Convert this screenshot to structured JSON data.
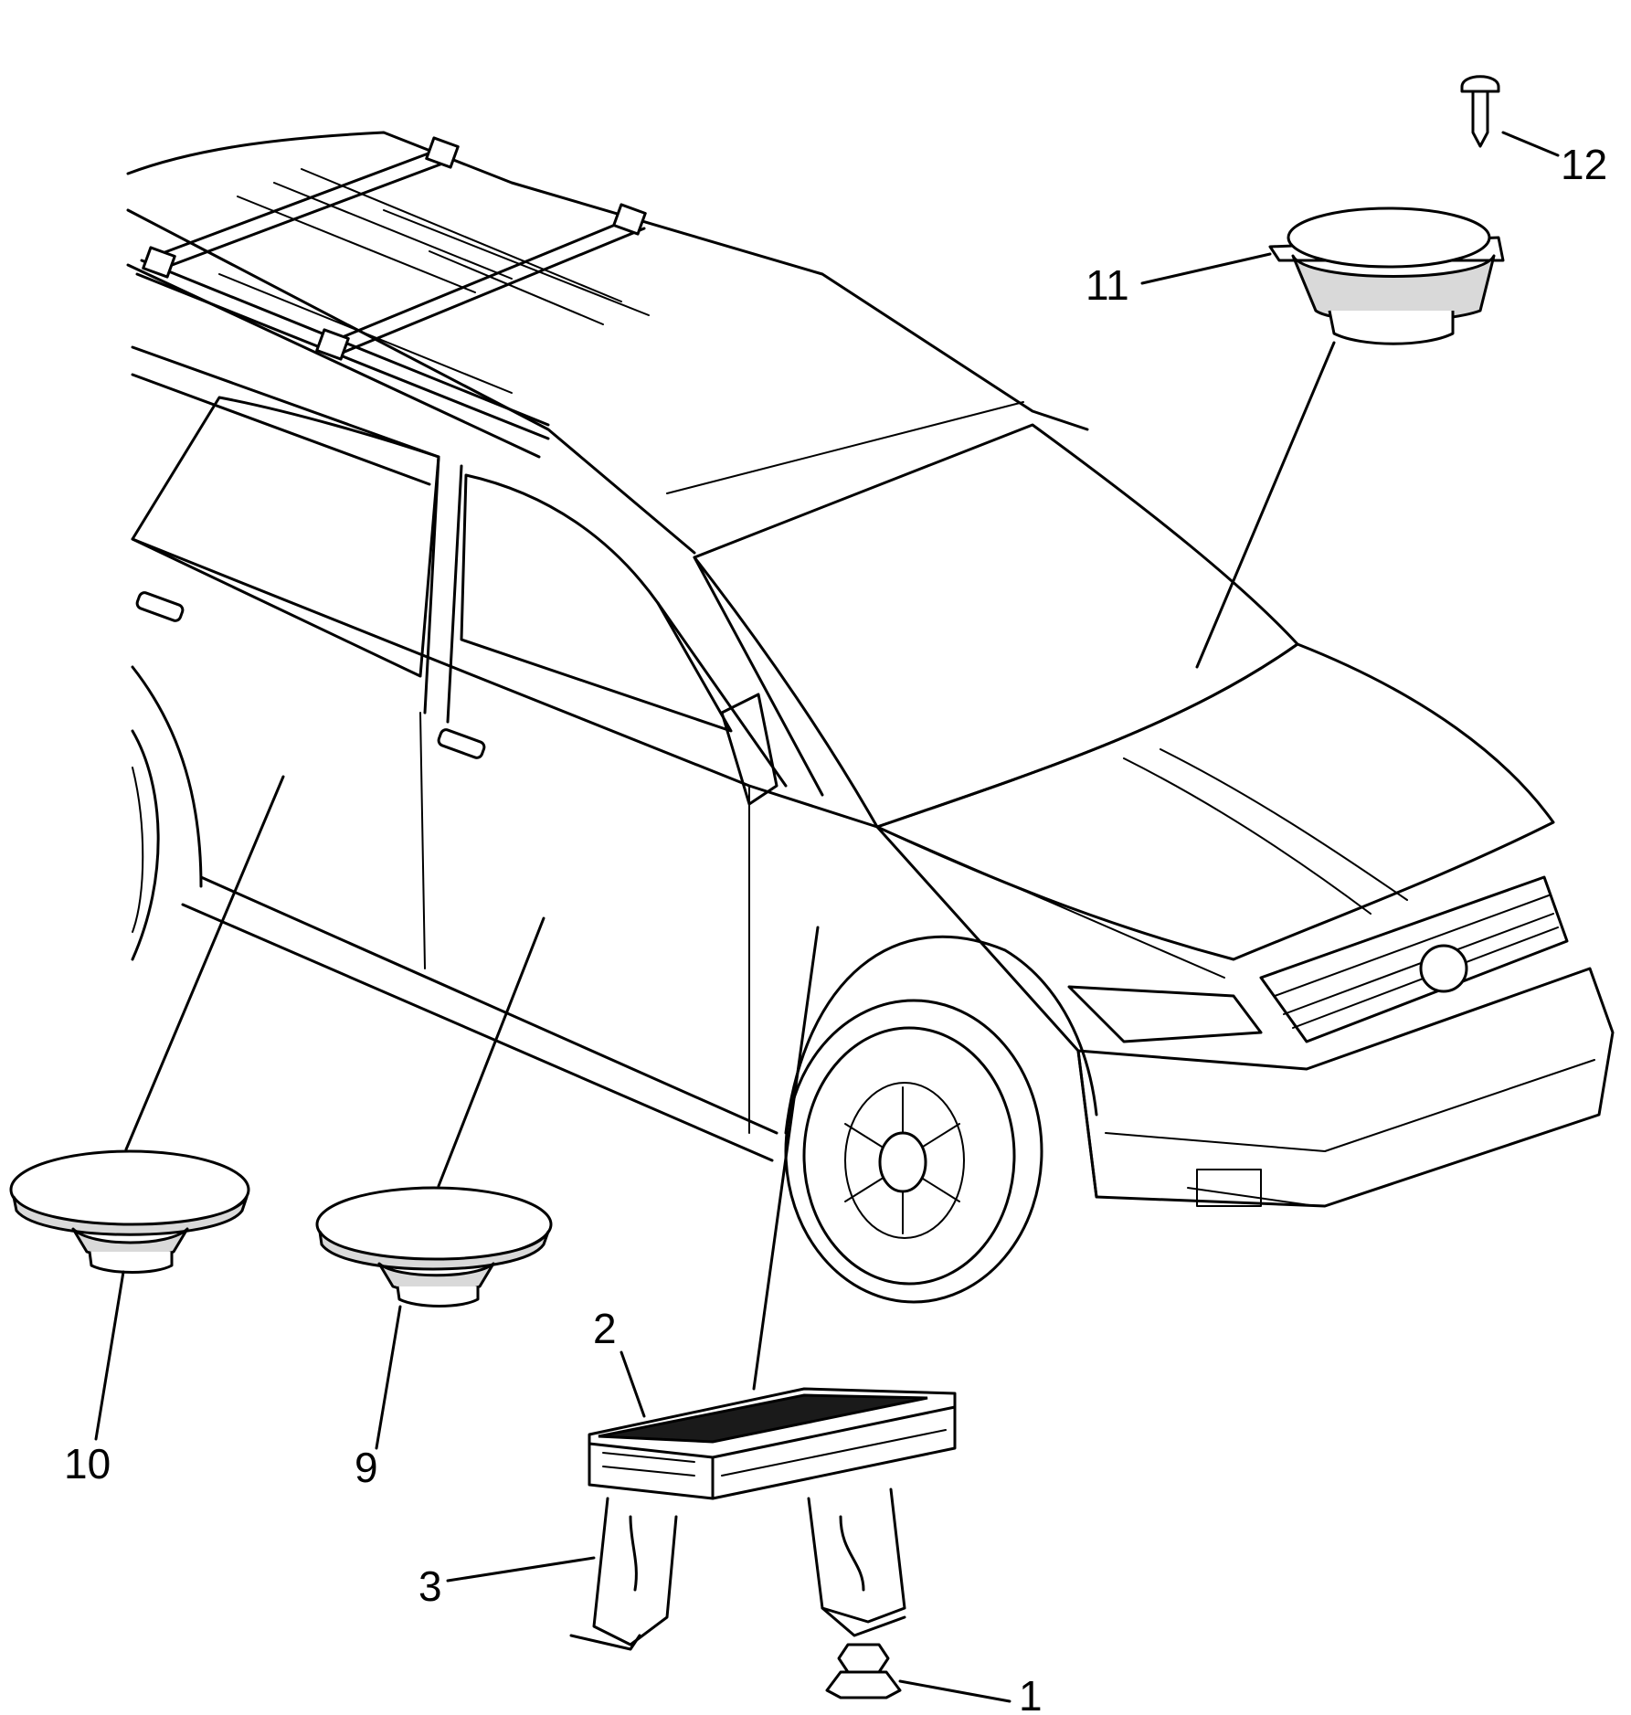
{
  "callouts": {
    "c1": "1",
    "c2": "2",
    "c3": "3",
    "c9": "9",
    "c10": "10",
    "c11": "11",
    "c12": "12"
  },
  "palette": {
    "line": "#000000",
    "background": "#ffffff",
    "shade": "#d9d9d9"
  }
}
